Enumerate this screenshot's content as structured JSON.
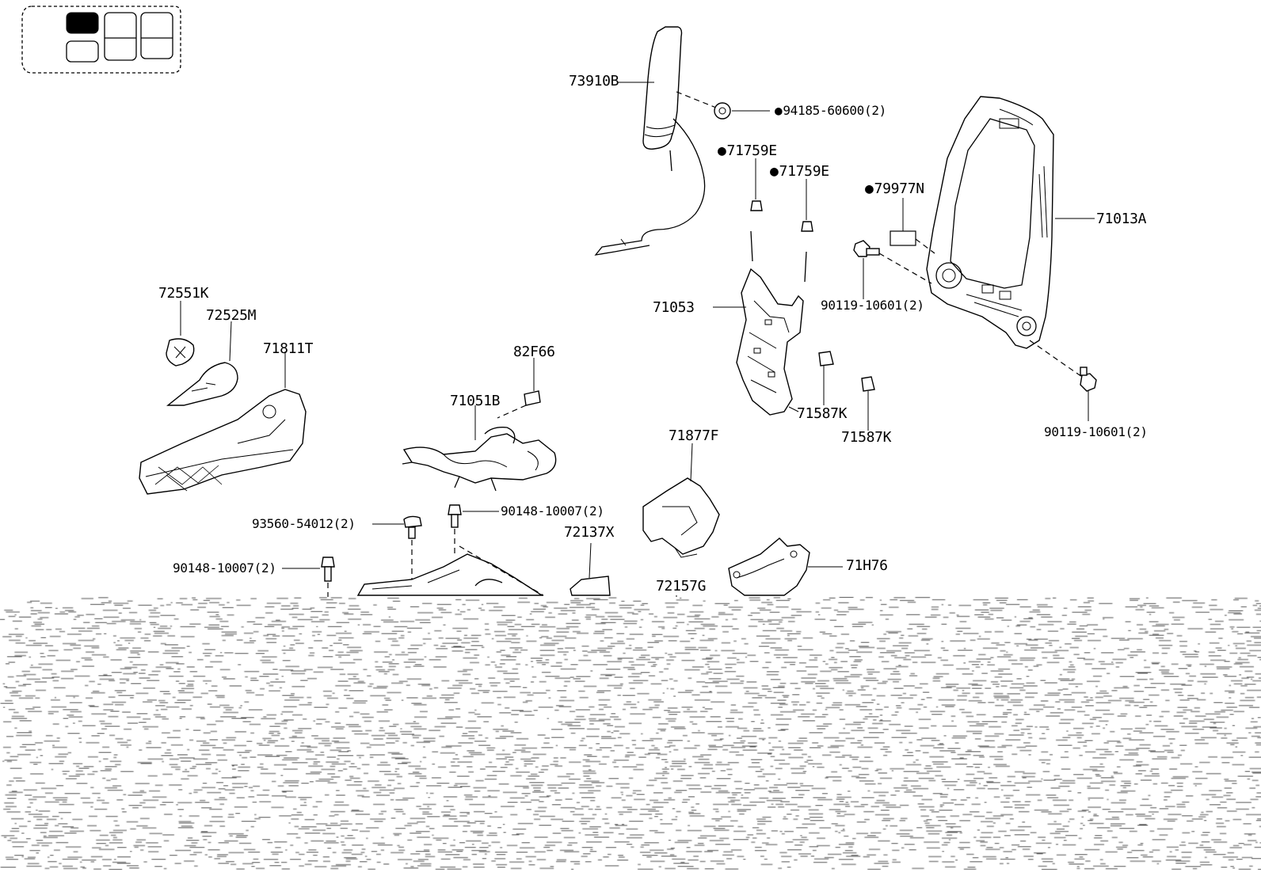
{
  "labels": {
    "p73910B": "73910B",
    "p94185": "94185-60600(2)",
    "p71759E_a": "71759E",
    "p71759E_b": "71759E",
    "p79977N": "79977N",
    "p71013A": "71013A",
    "p90119_a": "90119-10601(2)",
    "p90119_b": "90119-10601(2)",
    "p71053": "71053",
    "p71587K_a": "71587K",
    "p71587K_b": "71587K",
    "p72551K": "72551K",
    "p72525M": "72525M",
    "p71811T": "71811T",
    "p82F66": "82F66",
    "p71051B": "71051B",
    "p71877F": "71877F",
    "p93560": "93560-54012(2)",
    "p90148_a": "90148-10007(2)",
    "p90148_b": "90148-10007(2)",
    "p72137X": "72137X",
    "p72157G": "72157G",
    "p71H76": "71H76"
  }
}
